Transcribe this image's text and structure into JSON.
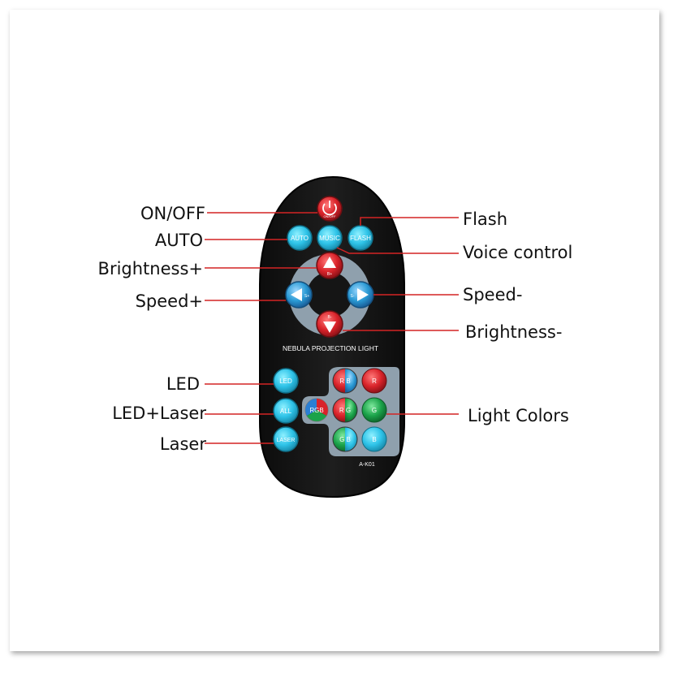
{
  "callouts": {
    "on_off": "ON/OFF",
    "auto": "AUTO",
    "brightness_plus": "Brightness+",
    "speed_plus": "Speed+",
    "led": "LED",
    "led_laser": "LED+Laser",
    "laser": "Laser",
    "flash": "Flash",
    "voice_control": "Voice control",
    "speed_minus": "Speed-",
    "brightness_minus": "Brightness-",
    "light_colors": "Light Colors"
  },
  "remote": {
    "power_label": "ON/OFF",
    "auto_label": "AUTO",
    "music_label": "MUSIC",
    "flash_label": "FLASH",
    "up_label": "B+",
    "down_label": "B-",
    "left_label": "S+",
    "right_label": "S-",
    "product_name": "NEBULA PROJECTION LIGHT",
    "led_label": "LED",
    "all_label": "ALL",
    "laser_label": "LASER",
    "rgb_label": "RGB",
    "rb_label": "R B",
    "r_label": "R",
    "rg_label": "R G",
    "g_label": "G",
    "gb_label": "G B",
    "b_label": "B",
    "model": "A-K01"
  },
  "colors": {
    "body": "#161616",
    "cyan_button": "#2ec3e8",
    "red_button": "#d9232a",
    "green_button": "#1ba34a",
    "blue_button": "#2a7fd4",
    "callout_line": "#d32424"
  }
}
